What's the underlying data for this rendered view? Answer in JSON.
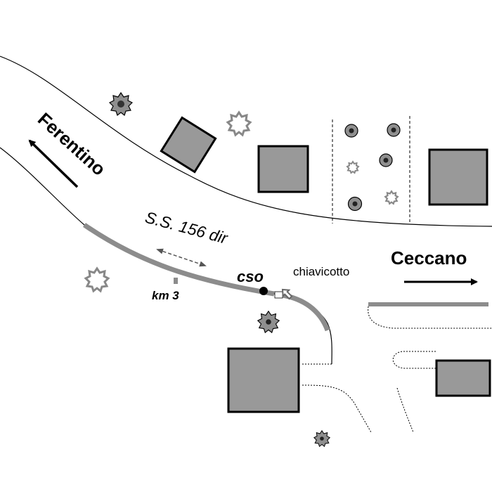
{
  "labels": {
    "ferentino": "Ferentino",
    "ceccano": "Ceccano",
    "road": "S.S. 156 dir",
    "km": "km 3",
    "cso": "cso",
    "chiavicotto": "chiavicotto"
  },
  "colors": {
    "background": "#ffffff",
    "line": "#000000",
    "building_fill": "#999999",
    "highlight_road": "#8c8c8c",
    "tree_fill": "#8f8f8f"
  },
  "icons": {
    "arrow": "arrow",
    "tree": "tree-icon",
    "building": "building-icon",
    "point": "point-icon"
  }
}
